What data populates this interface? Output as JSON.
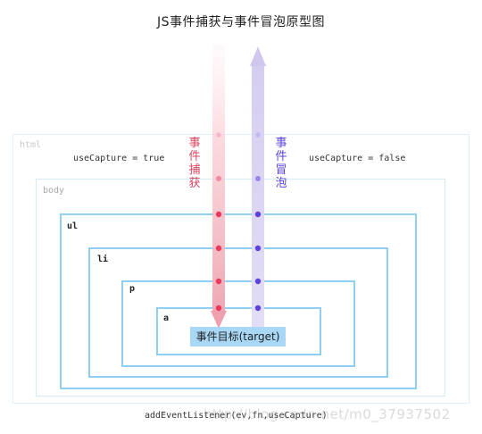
{
  "title": "JS事件捕获与事件冒泡原型图",
  "layers": {
    "html": "html",
    "body": "body",
    "ul": "ul",
    "li": "li",
    "p": "p",
    "a": "a"
  },
  "capture_label": "useCapture = true",
  "bubble_label": "useCapture = false",
  "capture_vertical": [
    "事",
    "件",
    "捕",
    "获"
  ],
  "bubble_vertical": [
    "事",
    "件",
    "冒",
    "泡"
  ],
  "target_label": "事件目标(target)",
  "footer": "addEventListener(ev,fn,useCapture)",
  "watermark": "http://blog.csdn.net/m0_37937502",
  "colors": {
    "capture": "#ea3a5a",
    "bubble": "#5a44dc",
    "box_border": "#8fd0f2",
    "box_border_light": "#d4ecf8"
  }
}
